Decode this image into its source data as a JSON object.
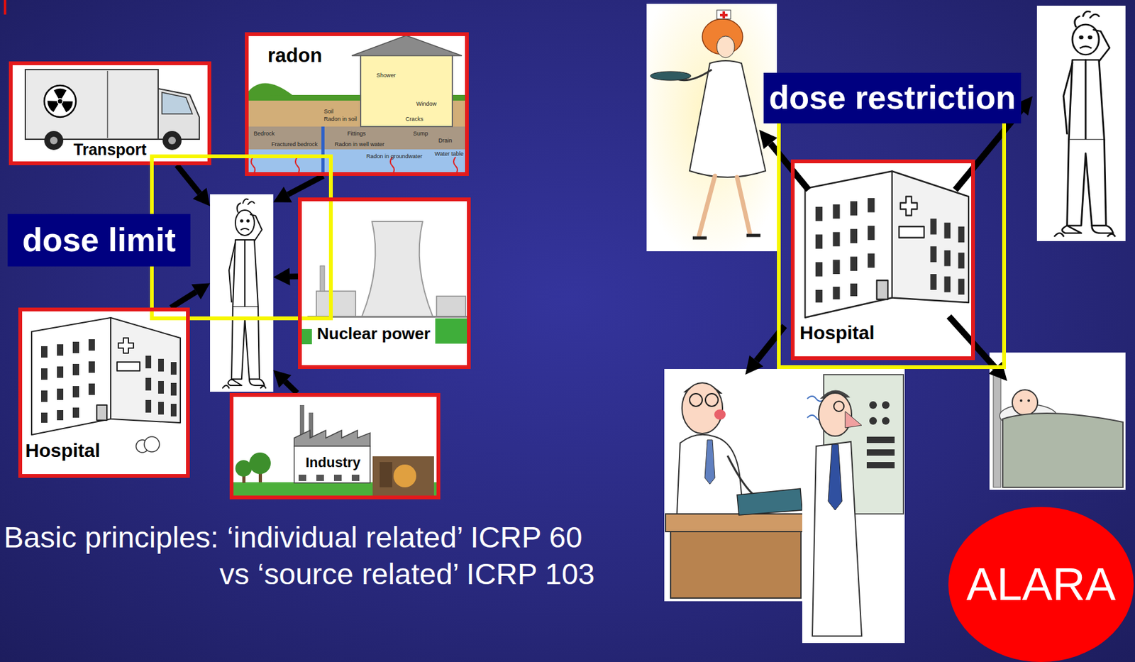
{
  "diagram": {
    "nodes": [
      {
        "text": [
          "Transport"
        ]
      },
      {
        "text": [
          "radon"
        ]
      },
      {
        "text": [
          "dose limit"
        ]
      },
      {
        "text": [
          "Nuclear power"
        ]
      },
      {
        "text": [
          "Hospital"
        ]
      },
      {
        "text": [
          "Industry"
        ]
      },
      {
        "text": [
          "dose restriction"
        ]
      },
      {
        "text": [
          "Hospital"
        ],
        "in": 6
      },
      {
        "text": [
          "ALARA"
        ]
      }
    ],
    "edges": [
      {
        "from": 0,
        "to": 2,
        "arrow": "to"
      },
      {
        "from": 1,
        "to": 2,
        "arrow": "to"
      },
      {
        "from": 3,
        "to": 2,
        "arrow": "to"
      },
      {
        "from": 4,
        "to": 2,
        "arrow": "to"
      },
      {
        "from": 5,
        "to": 2,
        "arrow": "to"
      }
    ],
    "labels": [
      "Shower",
      "Window",
      "Soil",
      "Radon in soil",
      "Cracks",
      "Bedrock",
      "Fittings",
      "Sump",
      "Drain",
      "Fractured bedrock",
      "Radon in well water",
      "Water table",
      "Radon in groundwater",
      "Basic principles: ‘individual related’ ICRP 60",
      "vs ‘source related’ ICRP 103"
    ]
  }
}
